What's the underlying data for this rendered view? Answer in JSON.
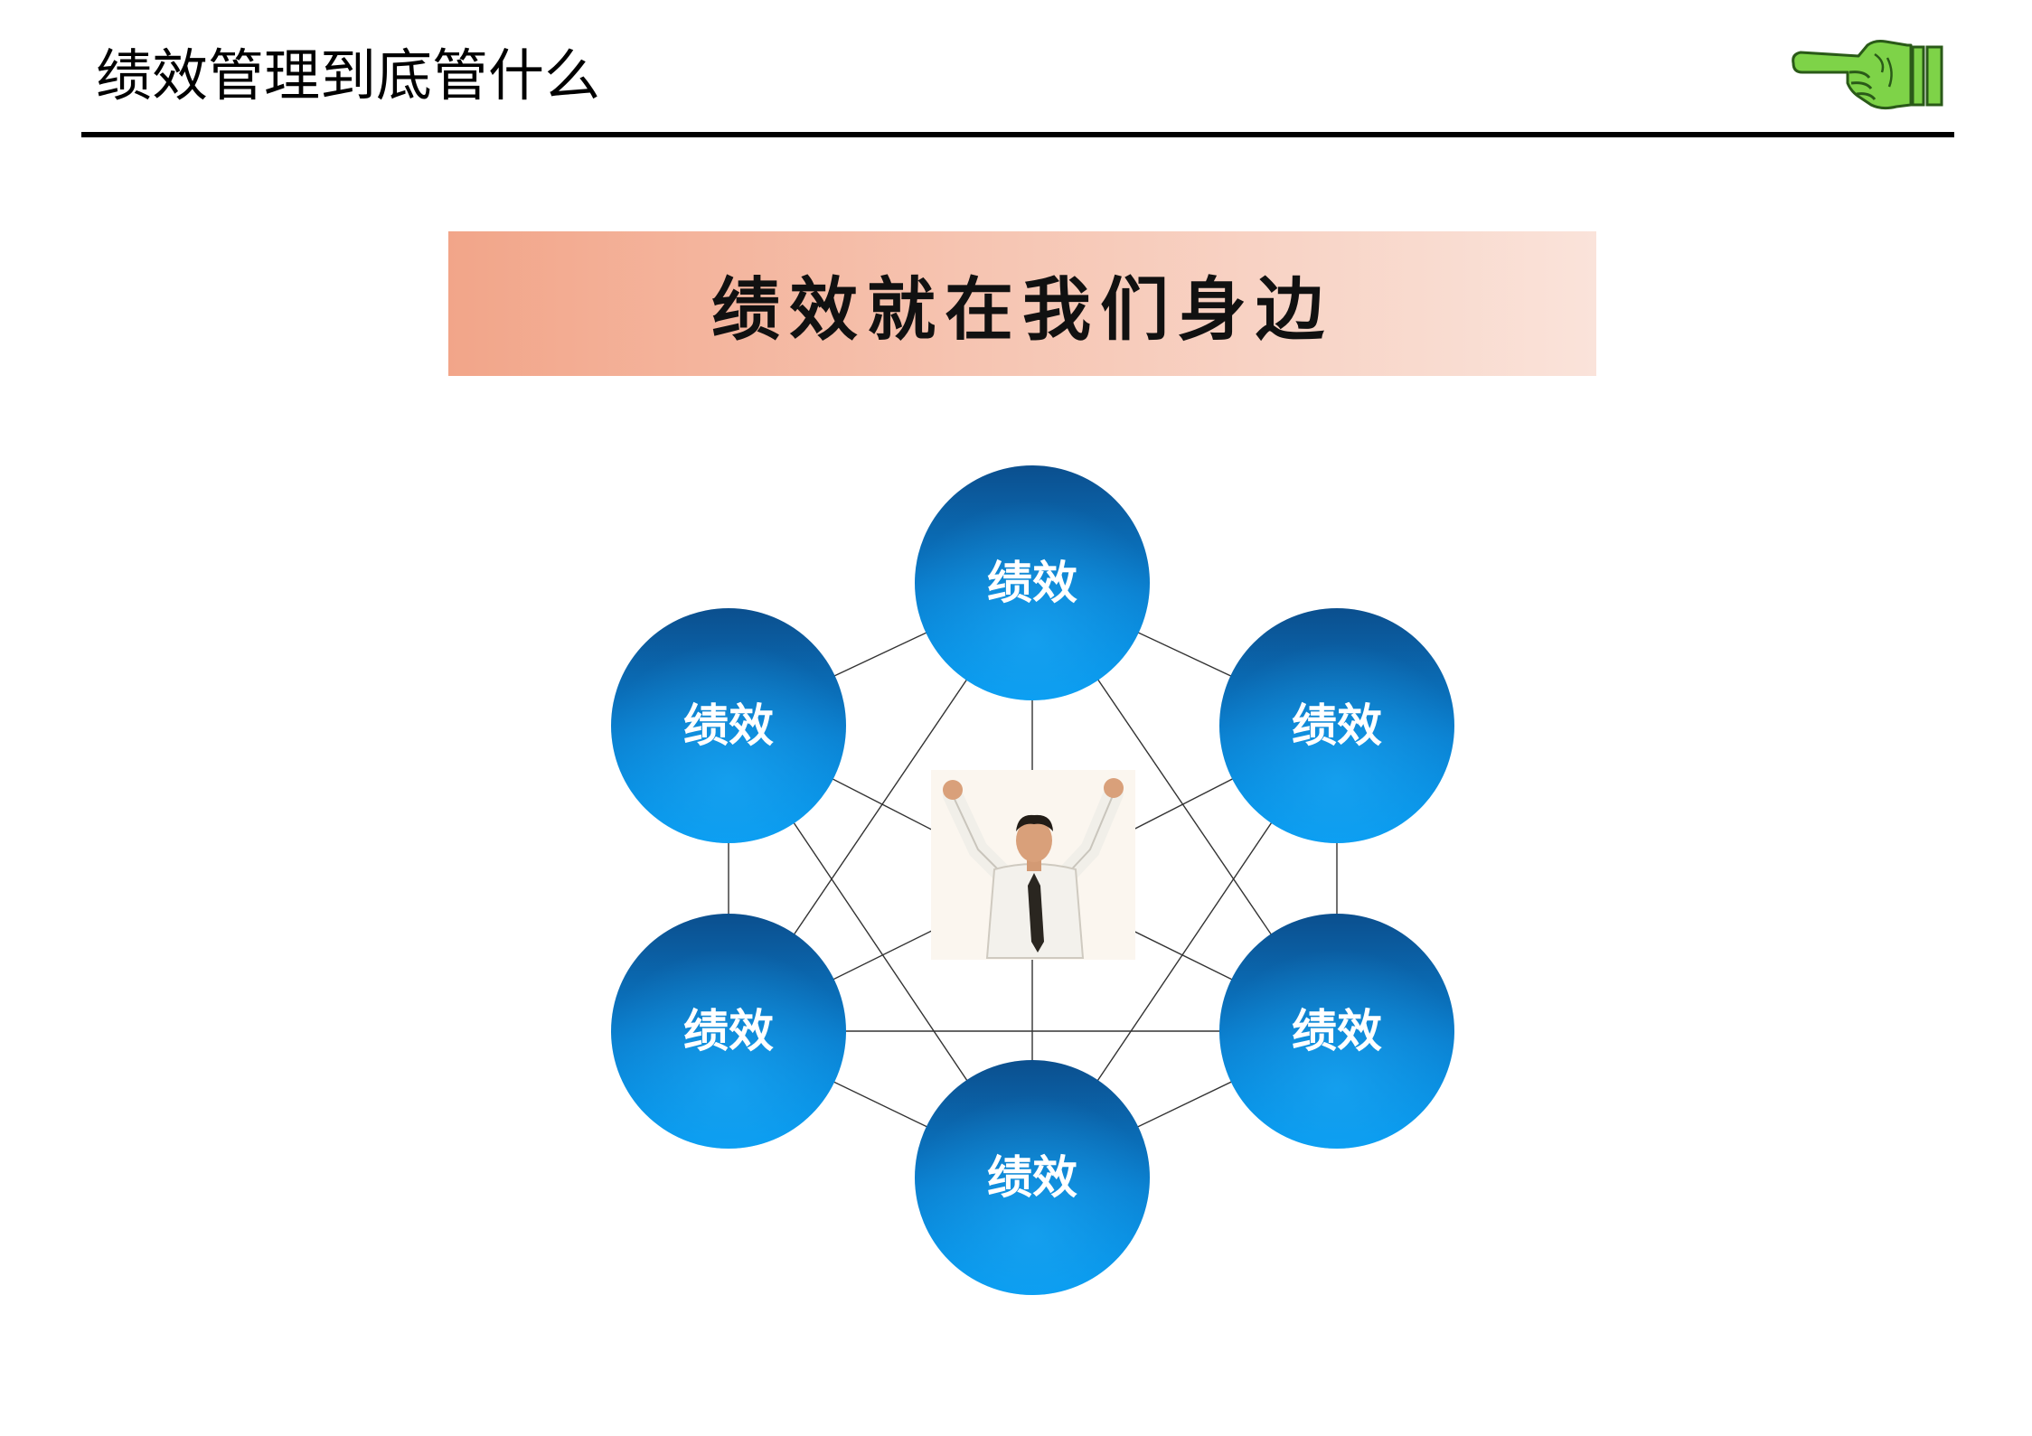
{
  "header": {
    "title": "绩效管理到底管什么"
  },
  "banner": {
    "title": "绩效就在我们身边"
  },
  "diagram": {
    "center": "person-raising-arms-photo",
    "nodes": [
      {
        "label": "绩效"
      },
      {
        "label": "绩效"
      },
      {
        "label": "绩效"
      },
      {
        "label": "绩效"
      },
      {
        "label": "绩效"
      },
      {
        "label": "绩效"
      }
    ]
  },
  "colors": {
    "node_top": "#0b4f8e",
    "node_bottom": "#0399f0",
    "banner_left": "#f2a589",
    "banner_right": "#fae3da",
    "pointer": "#7ed348",
    "rule": "#000000"
  },
  "icons": {
    "pointer": "pointing-hand-icon"
  }
}
